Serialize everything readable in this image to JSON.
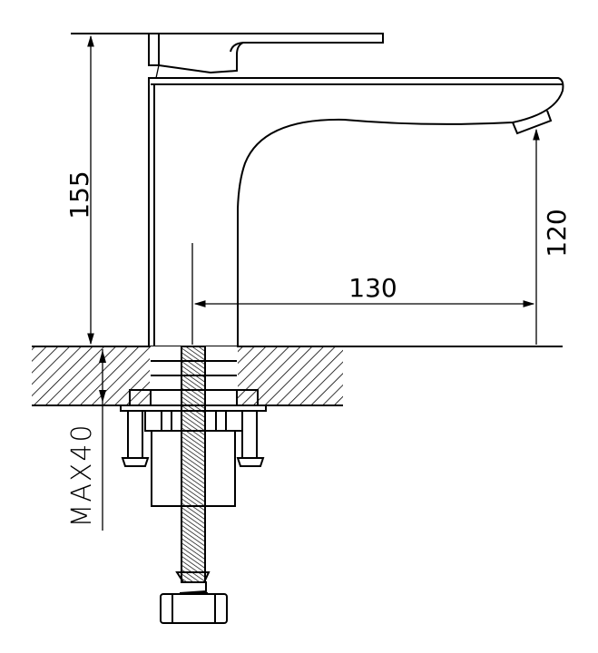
{
  "drawing": {
    "title": "Basin faucet dimension drawing",
    "dimensions": {
      "total_height": "155",
      "spout_height": "120",
      "spout_reach": "130",
      "max_deck_thickness": "MAX40"
    },
    "line_color": "#000000",
    "background": "#ffffff"
  }
}
